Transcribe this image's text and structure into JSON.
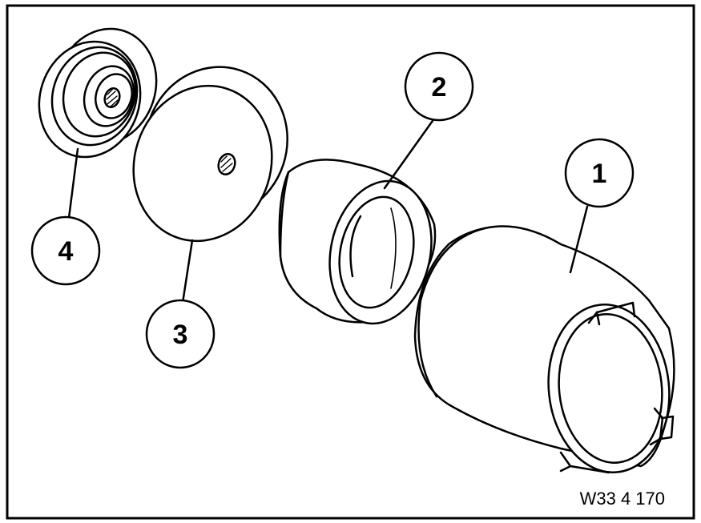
{
  "figure": {
    "reference_code": "W33 4 170",
    "line_color": "#000000",
    "background_color": "#ffffff"
  },
  "callouts": [
    {
      "label": "1",
      "part": "sleeve-with-slotted-end"
    },
    {
      "label": "2",
      "part": "ring"
    },
    {
      "label": "3",
      "part": "pressure-disc"
    },
    {
      "label": "4",
      "part": "bearing-disc"
    }
  ]
}
